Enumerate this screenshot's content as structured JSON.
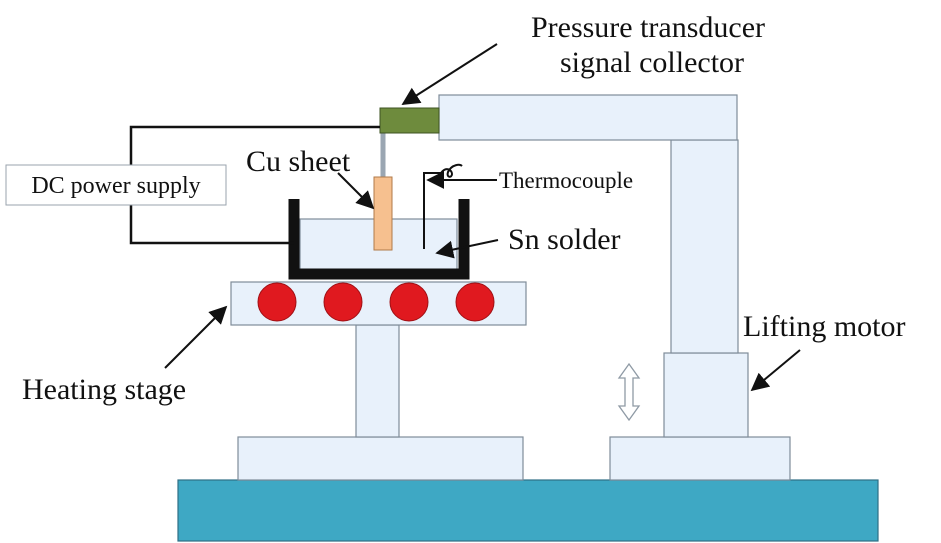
{
  "labels": {
    "pressure_transducer_line1": "Pressure transducer",
    "pressure_transducer_line2": "signal collector",
    "dc_power_supply": "DC power supply",
    "cu_sheet": "Cu sheet",
    "thermocouple": "Thermocouple",
    "sn_solder": "Sn solder",
    "lifting_motor": "Lifting motor",
    "heating_stage": "Heating stage"
  },
  "colors": {
    "component_fill": "#e8f1fb",
    "component_stroke": "#7f8c99",
    "base_plate": "#3ea8c4",
    "transducer": "#6e8b3d",
    "cu_sheet": "#f6c08f",
    "heater": "#e0191f",
    "crucible": "#111111",
    "wire": "#111111"
  },
  "icons": [
    "double-arrow-icon"
  ]
}
